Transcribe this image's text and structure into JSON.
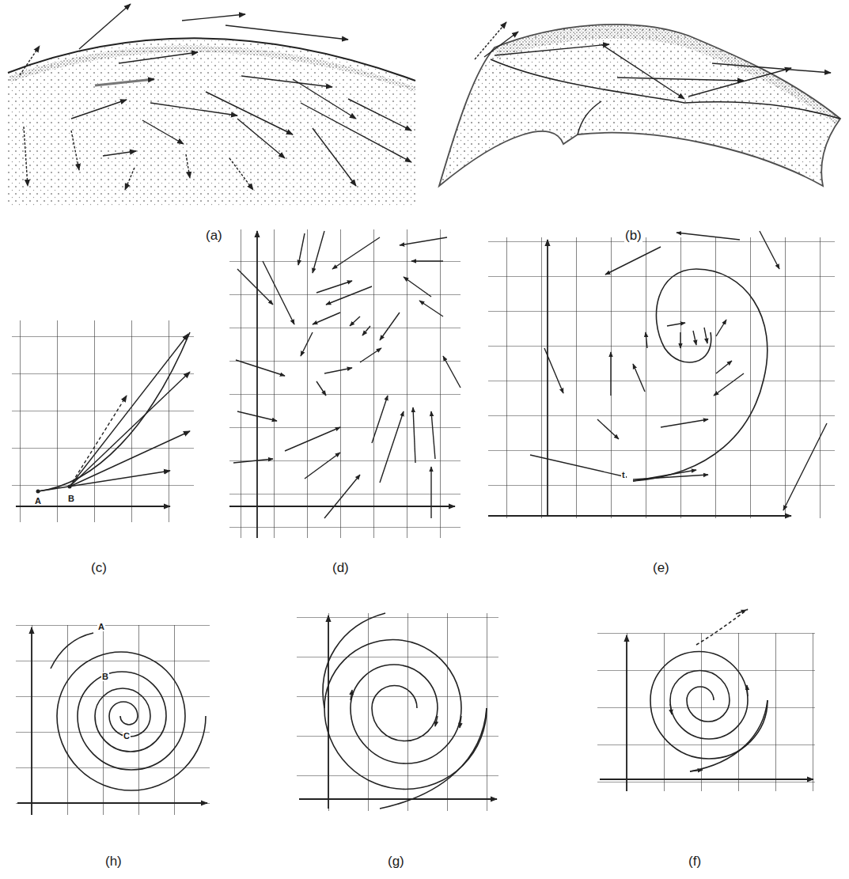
{
  "diagram": {
    "labels": [
      "(a)",
      "(b)",
      "A",
      "B",
      "(c)",
      "(d)",
      "t",
      "(e)",
      "A",
      "B",
      "C",
      "(h)",
      "(g)",
      "(f)"
    ]
  }
}
